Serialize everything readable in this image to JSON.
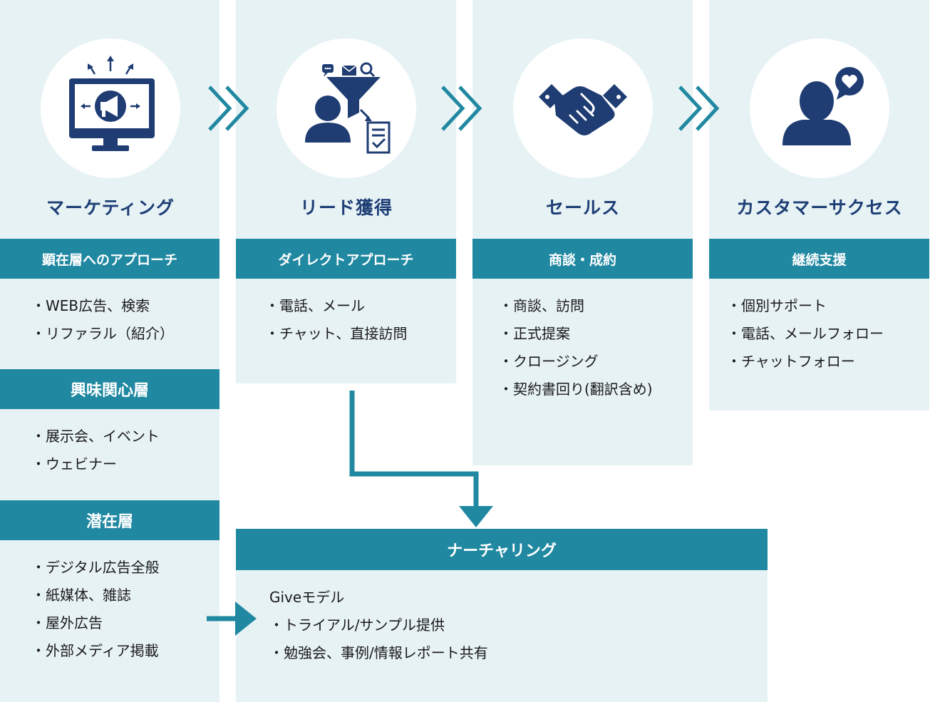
{
  "stages": [
    {
      "title": "マーケティング",
      "icon": "megaphone-monitor-icon"
    },
    {
      "title": "リード獲得",
      "icon": "lead-funnel-icon"
    },
    {
      "title": "セールス",
      "icon": "handshake-icon"
    },
    {
      "title": "カスタマーサクセス",
      "icon": "person-heart-icon"
    }
  ],
  "marketing": {
    "sections": [
      {
        "label": "顕在層へのアプローチ",
        "items": [
          "WEB広告、検索",
          "リファラル（紹介）"
        ]
      },
      {
        "label": "興味関心層",
        "items": [
          "展示会、イベント",
          "ウェビナー"
        ]
      },
      {
        "label": "潜在層",
        "items": [
          "デジタル広告全般",
          "紙媒体、雑誌",
          "屋外広告",
          "外部メディア掲載"
        ]
      }
    ]
  },
  "lead": {
    "label": "ダイレクトアプローチ",
    "items": [
      "電話、メール",
      "チャット、直接訪問"
    ]
  },
  "sales": {
    "label": "商談・成約",
    "items": [
      "商談、訪問",
      "正式提案",
      "クロージング",
      "契約書回り(翻訳含め)"
    ]
  },
  "success": {
    "label": "継続支援",
    "items": [
      "個別サポート",
      "電話、メールフォロー",
      "チャットフォロー"
    ]
  },
  "nurturing": {
    "label": "ナーチャリング",
    "intro": "Giveモデル",
    "items": [
      "トライアル/サンプル提供",
      "勉強会、事例/情報レポート共有"
    ]
  },
  "colors": {
    "accent": "#2088a1",
    "panel": "#e7f2f5",
    "title": "#1e3f75",
    "icon": "#1f3d73"
  }
}
